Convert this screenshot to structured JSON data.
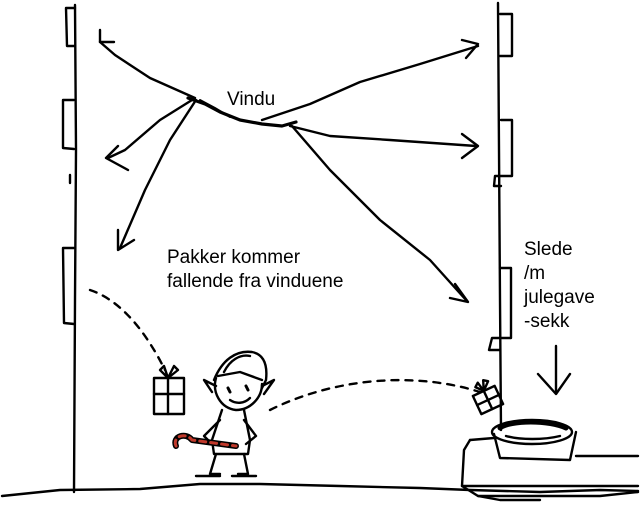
{
  "labels": {
    "window": "Vindu",
    "packages": [
      "Pakker kommer",
      "fallende fra vinduene"
    ],
    "sled": [
      "Slede",
      "/m",
      "julegave",
      "-sekk"
    ]
  },
  "colors": {
    "ink": "#000000",
    "paper": "#ffffff",
    "candy_cane_red": "#c0392b"
  },
  "icons": {
    "window_burst": "arrows-icon",
    "falling_gift_left": "gift-icon",
    "falling_gift_right": "gift-icon",
    "elf": "elf-icon",
    "candy_cane": "candy-cane-icon",
    "sled": "sled-icon",
    "sack": "sack-icon",
    "down_arrow": "down-arrow-icon"
  }
}
